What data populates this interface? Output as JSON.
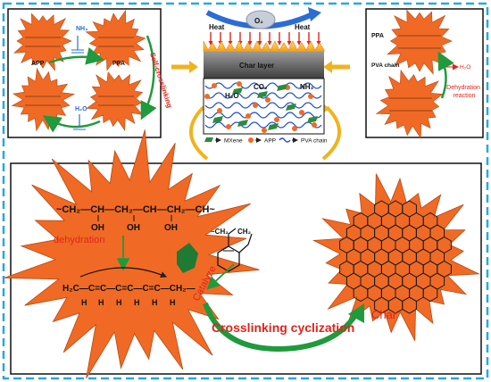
{
  "colors": {
    "frame_dash": "#29a8e0",
    "star_fill": "#f06a25",
    "star_stroke": "#b84a12",
    "green_arrow": "#1f9a3c",
    "yellow_arrow": "#f1b31c",
    "red_text": "#e0251b",
    "blue_arrow": "#2b6cd6",
    "mxene_green": "#2e8b3a",
    "pva_blue": "#1e4fd1",
    "app_orange": "#f06a25",
    "char_gray": "#555555"
  },
  "top_left_panel": {
    "star_labels": [
      "APP",
      "PPA"
    ],
    "nh3_label": "NH₃",
    "h2o_label": "H₂O",
    "self_crosslinking_label": "Self-crosslinking"
  },
  "center_panel": {
    "o2_label": "O₂",
    "heat_left": "Heat",
    "heat_right": "Heat",
    "char_layer_label": "Char layer",
    "gas_h2o": "H₂O",
    "gas_co2": "CO₂",
    "gas_nh3": "NH₃",
    "legend_mxene": "MXene",
    "legend_app": "APP",
    "legend_pva": "PVA chain"
  },
  "top_right_panel": {
    "ppa_label": "PPA",
    "pva_chain_label": "PVA chain",
    "h2o_label": "H₂O",
    "dehydration_reaction_label": "Dehydration reaction"
  },
  "bottom_panel": {
    "pva_formula": "~CH₂—CH—CH₂—CH—CH₂—CH~",
    "oh_labels": [
      "OH",
      "OH",
      "OH"
    ],
    "dehydration_label": "dehydration",
    "polyene_formula": "H₂C—C=C—C=C—C=C—CH₂—",
    "h_labels": [
      "H",
      "H",
      "H",
      "H",
      "H",
      "H"
    ],
    "catalyze_label": "Catalyze",
    "crosslinking_label": "Crosslinking cyclization",
    "char_label": "Char"
  }
}
